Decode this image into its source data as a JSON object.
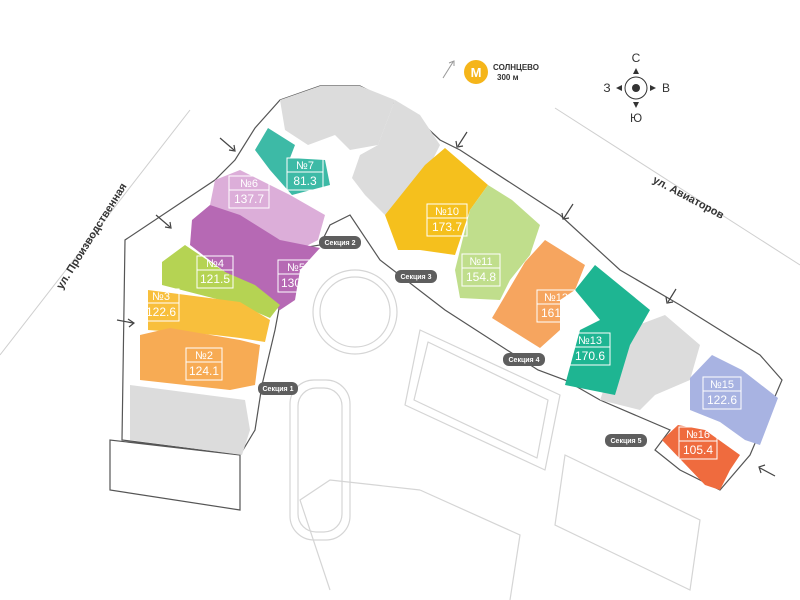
{
  "streets": {
    "left": "ул. Производственная",
    "right": "ул. Авиаторов"
  },
  "metro": {
    "icon": "metro-icon",
    "letter": "М",
    "station": "СОЛНЦЕВО",
    "distance": "300 м",
    "color": "#f5b51a"
  },
  "compass": {
    "north": "С",
    "south": "Ю",
    "west": "З",
    "east": "В"
  },
  "sections": [
    {
      "label": "Секция 1"
    },
    {
      "label": "Секция 2"
    },
    {
      "label": "Секция 3"
    },
    {
      "label": "Секция 4"
    },
    {
      "label": "Секция 5"
    }
  ],
  "units": [
    {
      "num": "№2",
      "area": "124.1",
      "color": "#f7ab54"
    },
    {
      "num": "№3",
      "area": "122.6",
      "color": "#f8bf3c"
    },
    {
      "num": "№4",
      "area": "121.5",
      "color": "#b5d353"
    },
    {
      "num": "№5",
      "area": "130.5",
      "color": "#b669b4"
    },
    {
      "num": "№6",
      "area": "137.7",
      "color": "#dcaed9"
    },
    {
      "num": "№7",
      "area": "81.3",
      "color": "#3dbaa6"
    },
    {
      "num": "№10",
      "area": "173.7",
      "color": "#f5c01d"
    },
    {
      "num": "№11",
      "area": "154.8",
      "color": "#c0de8c"
    },
    {
      "num": "№12",
      "area": "161.1",
      "color": "#f6a55f"
    },
    {
      "num": "№13",
      "area": "170.6",
      "color": "#1eb592"
    },
    {
      "num": "№15",
      "area": "122.6",
      "color": "#a8b3e2"
    },
    {
      "num": "№16",
      "area": "105.4",
      "color": "#ef6b3e"
    }
  ],
  "colors": {
    "building_gray": "#dcdcdc",
    "road_line": "#d7d7d7",
    "outline": "#555555",
    "section_tag": "#5e5e5e"
  }
}
